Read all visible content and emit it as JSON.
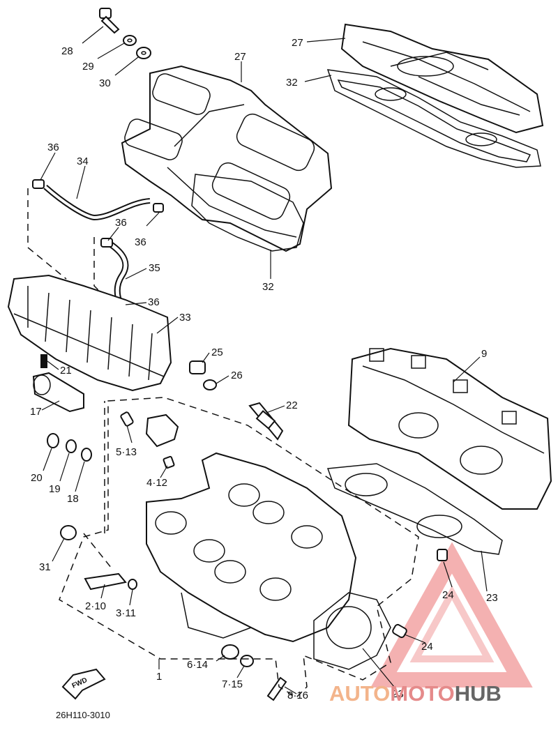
{
  "callouts": {
    "c28": "28",
    "c29": "29",
    "c30": "30",
    "c27a": "27",
    "c27b": "27",
    "c32a": "32",
    "c32b": "32",
    "c36a": "36",
    "c36b": "36",
    "c36c": "36",
    "c36d": "36",
    "c34": "34",
    "c35": "35",
    "c33": "33",
    "c21": "21",
    "c17": "17",
    "c25": "25",
    "c26": "26",
    "c22": "22",
    "c9": "9",
    "c5_13": "5·13",
    "c4_12": "4·12",
    "c20": "20",
    "c19": "19",
    "c18": "18",
    "c31": "31",
    "c2_10": "2·10",
    "c3_11": "3·11",
    "c24a": "24",
    "c24b": "24",
    "c23a": "23",
    "c23b": "23",
    "c6_14": "6·14",
    "c7_15": "7·15",
    "c8_16": "8·16",
    "c1": "1"
  },
  "fwd_label": "FWD",
  "drawing_code": "26H110-3010",
  "watermark": {
    "part1": "AUTO",
    "part2": "MOTO",
    "part3": "HUB",
    "color_a": "#f3b48b",
    "color_b": "#e58a8a",
    "color_c": "#666666"
  }
}
